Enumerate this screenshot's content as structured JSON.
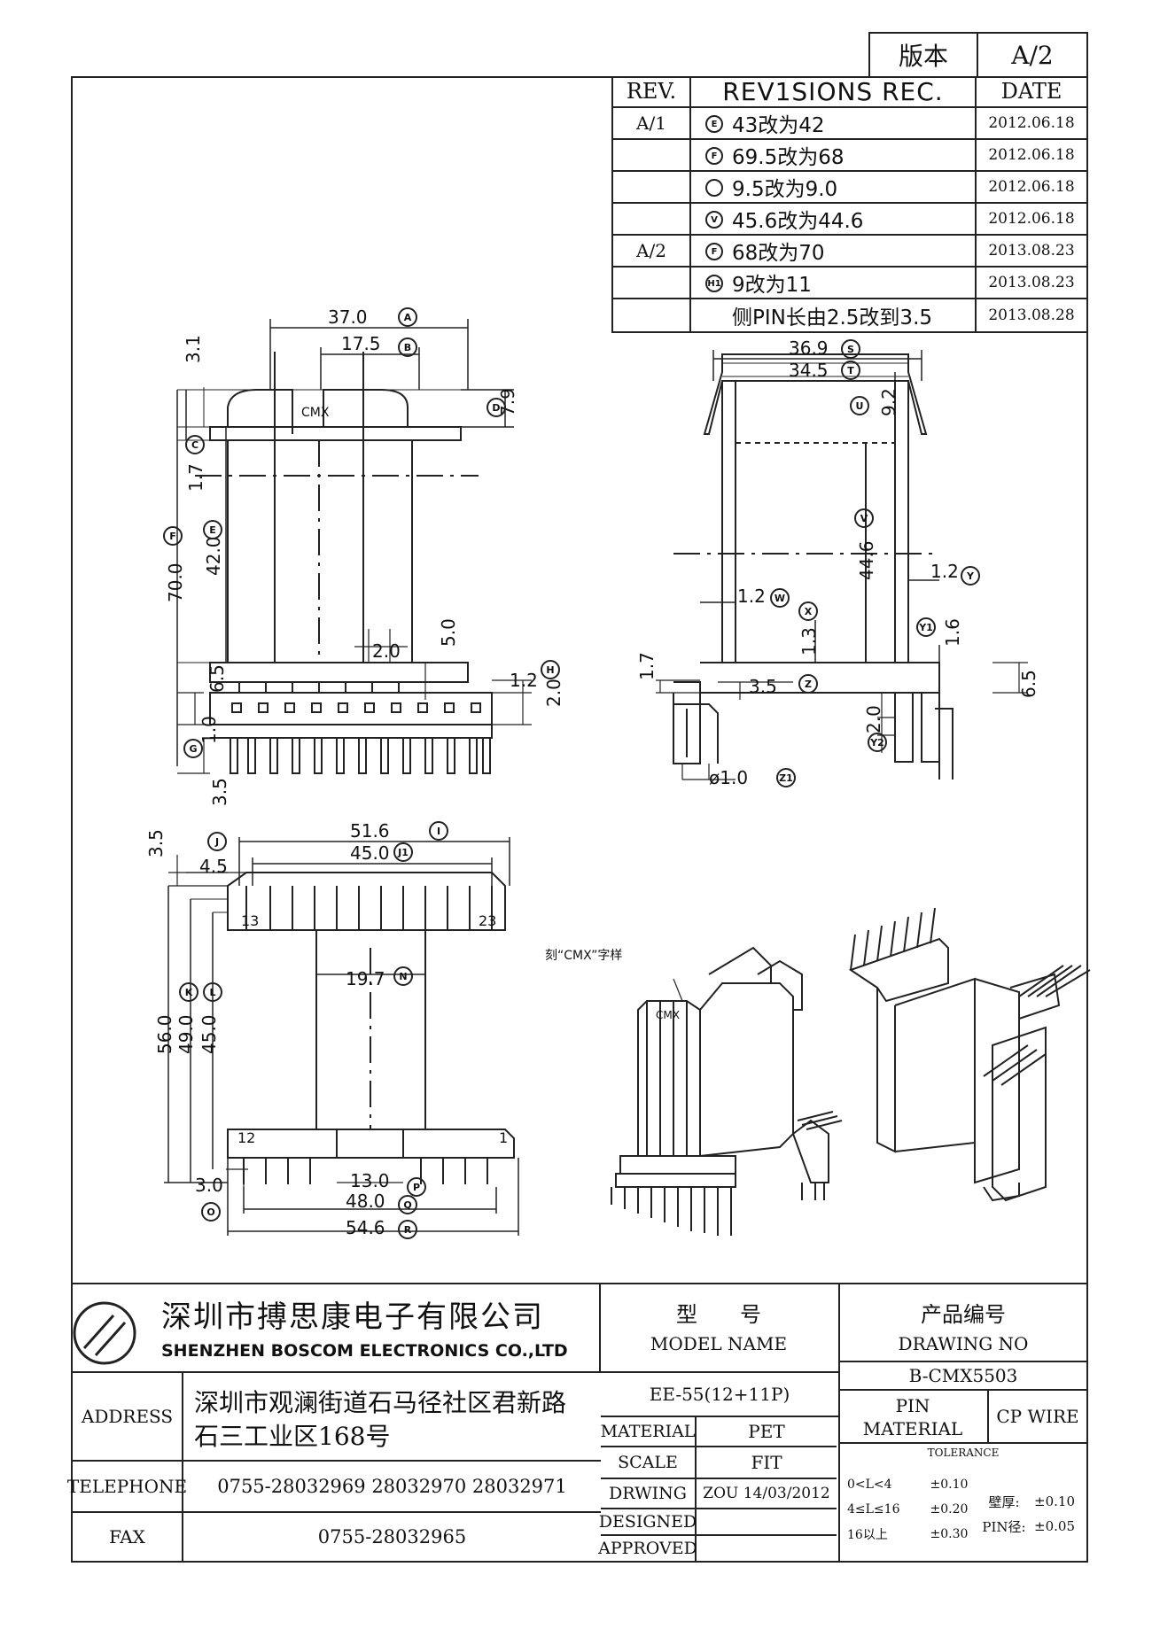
{
  "version": {
    "label": "版本",
    "value": "A/2"
  },
  "revisions": {
    "headers": {
      "rev": "REV.",
      "rec": "REV1SIONS REC.",
      "date": "DATE"
    },
    "rows": [
      {
        "rev": "A/1",
        "mark": "E",
        "text": "43改为42",
        "date": "2012.06.18"
      },
      {
        "rev": "",
        "mark": "F",
        "text": "69.5改为68",
        "date": "2012.06.18"
      },
      {
        "rev": "",
        "mark": "",
        "text": "9.5改为9.0",
        "date": "2012.06.18"
      },
      {
        "rev": "",
        "mark": "V",
        "text": "45.6改为44.6",
        "date": "2012.06.18"
      },
      {
        "rev": "A/2",
        "mark": "F",
        "text": "68改为70",
        "date": "2013.08.23"
      },
      {
        "rev": "",
        "mark": "H1",
        "text": "9改为11",
        "date": "2013.08.23"
      },
      {
        "rev": "",
        "mark": "",
        "text": "侧PIN长由2.5改到3.5",
        "date": "2013.08.28"
      }
    ]
  },
  "front_view": {
    "dims": {
      "a": "37.0",
      "b": "17.5",
      "d": "7.9",
      "top": "3.1",
      "c": "1.7",
      "e": "42.0",
      "f": "70.0",
      "w20": "2.0",
      "h50": "5.0",
      "h65": "6.5",
      "h12": "1.2",
      "h20": "2.0",
      "g": "1.0",
      "p35": "3.5"
    },
    "marks": {
      "a": "A",
      "b": "B",
      "c": "C",
      "d": "D",
      "e": "E",
      "f": "F",
      "h": "H",
      "g": "G"
    },
    "logo": "CMX"
  },
  "side_view": {
    "dims": {
      "s": "36.9",
      "t": "34.5",
      "u": "9.2",
      "v": "44.6",
      "y": "1.2",
      "w": "1.2",
      "x": "1.3",
      "y1": "1.6",
      "p17": "1.7",
      "z": "3.5",
      "h65": "6.5",
      "y2": "2.0",
      "z1": "ø1.0"
    },
    "marks": {
      "s": "S",
      "t": "T",
      "u": "U",
      "v": "V",
      "y": "Y",
      "w": "W",
      "x": "X",
      "y1": "Y1",
      "z": "Z",
      "y2": "Y2",
      "z1": "Z1"
    }
  },
  "bottom_view": {
    "dims": {
      "j": "3.5",
      "i": "51.6",
      "j1": "45.0",
      "p45": "4.5",
      "n": "19.7",
      "h56": "56.0",
      "k": "49.0",
      "l": "45.0",
      "o": "3.0",
      "p": "13.0",
      "q": "48.0",
      "r": "54.6"
    },
    "marks": {
      "i": "I",
      "j": "J",
      "j1": "J1",
      "k": "K",
      "l": "L",
      "n": "N",
      "o": "O",
      "p": "P",
      "q": "Q",
      "r": "R"
    },
    "pins": {
      "p13": "13",
      "p23": "23",
      "p12": "12",
      "p1": "1"
    }
  },
  "iso": {
    "note": "刻“CMX”字样",
    "logo": "CMX"
  },
  "title_block": {
    "company_cn": "深圳市搏思康电子有限公司",
    "company_en": "SHENZHEN BOSCOM ELECTRONICS CO.,LTD",
    "model_label_cn": "型　　号",
    "model_label_en": "MODEL NAME",
    "drawing_label_cn": "产品编号",
    "drawing_label_en": "DRAWING NO",
    "model": "EE-55(12+11P)",
    "drawing_no": "B-CMX5503",
    "address_label": "ADDRESS",
    "address_line1": "深圳市观澜街道石马径社区君新路",
    "address_line2": "石三工业区168号",
    "telephone_label": "TELEPHONE",
    "telephone": "0755-28032969 28032970 28032971",
    "fax_label": "FAX",
    "fax": "0755-28032965",
    "material_label": "MATERIAL",
    "material": "PET",
    "scale_label": "SCALE",
    "scale": "FIT",
    "drwing_label": "DRWING",
    "drwing": "ZOU 14/03/2012",
    "designed_label": "DESIGNED",
    "approved_label": "APPROVED",
    "pin_label": "PIN",
    "material2_label": "MATERIAL",
    "pin_material": "CP WIRE",
    "tolerance_label": "TOLERANCE",
    "tol_rows": [
      {
        "range": "0<L<4",
        "tol": "±0.10"
      },
      {
        "range": "4≤L≤16",
        "tol": "±0.20"
      },
      {
        "range": "16以上",
        "tol": "±0.30"
      }
    ],
    "wall_label": "壁厚:",
    "wall_tol": "±0.10",
    "pin_dia_label": "PIN径:",
    "pin_dia_tol": "±0.05"
  }
}
